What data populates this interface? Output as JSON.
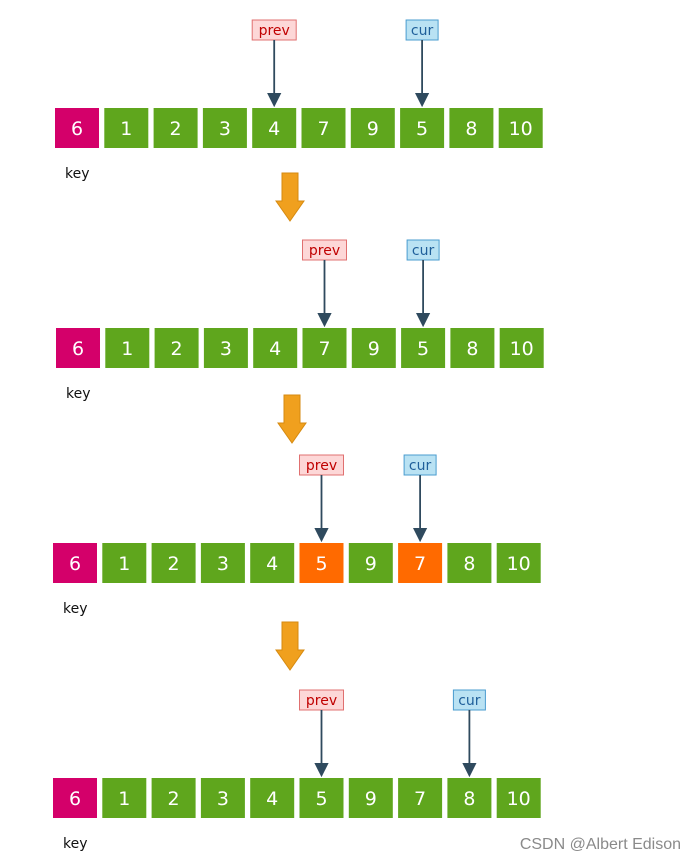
{
  "colors": {
    "key_cell": "#d4006a",
    "normal_cell": "#5fa61d",
    "highlight_cell": "#ff6a00",
    "prev_fill": "#fdd7d7",
    "prev_border": "#e07070",
    "prev_text": "#c00000",
    "cur_fill": "#b9e2f3",
    "cur_border": "#4a9ccf",
    "cur_text": "#1f5f9a",
    "pointer_arrow": "#2f4a5e",
    "step_arrow": "#f0a01e"
  },
  "steps": [
    {
      "key_label": "key",
      "values": [
        "6",
        "1",
        "2",
        "3",
        "4",
        "7",
        "9",
        "5",
        "8",
        "10"
      ],
      "highlight": [],
      "prev_label": "prev",
      "prev_index": 4,
      "cur_label": "cur",
      "cur_index": 7
    },
    {
      "key_label": "key",
      "values": [
        "6",
        "1",
        "2",
        "3",
        "4",
        "7",
        "9",
        "5",
        "8",
        "10"
      ],
      "highlight": [],
      "prev_label": "prev",
      "prev_index": 5,
      "cur_label": "cur",
      "cur_index": 7
    },
    {
      "key_label": "key",
      "values": [
        "6",
        "1",
        "2",
        "3",
        "4",
        "5",
        "9",
        "7",
        "8",
        "10"
      ],
      "highlight": [
        5,
        7
      ],
      "prev_label": "prev",
      "prev_index": 5,
      "cur_label": "cur",
      "cur_index": 7
    },
    {
      "key_label": "key",
      "values": [
        "6",
        "1",
        "2",
        "3",
        "4",
        "5",
        "9",
        "7",
        "8",
        "10"
      ],
      "highlight": [],
      "prev_label": "prev",
      "prev_index": 5,
      "cur_label": "cur",
      "cur_index": 8
    }
  ],
  "watermark": "CSDN @Albert Edison"
}
